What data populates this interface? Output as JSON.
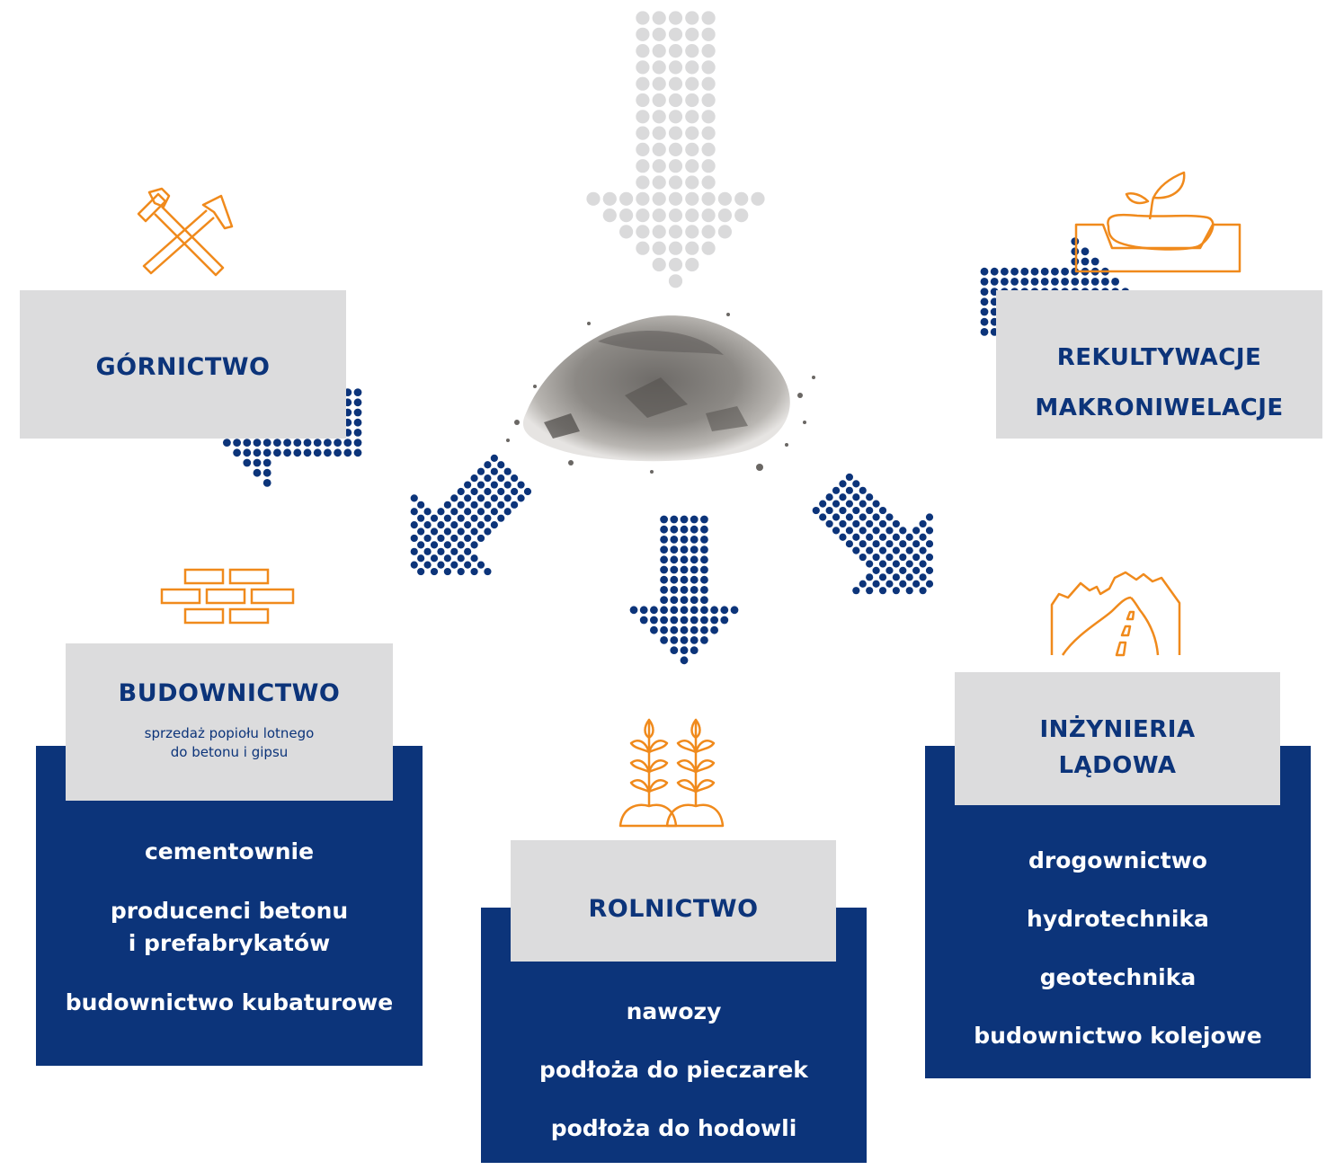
{
  "colors": {
    "navy": "#0c347a",
    "grey_box": "#dcdcdd",
    "icon_orange": "#f08a1c",
    "dots_grey": "#dadadb",
    "dots_blue": "#0c347a"
  },
  "center": {
    "image": "fly-ash-pile"
  },
  "sectors": {
    "gornictwo": {
      "title": "GÓRNICTWO",
      "icon": "hammer-pick-icon"
    },
    "rekultywacje": {
      "title_lines": [
        "REKULTYWACJE",
        "MAKRONIWELACJE"
      ],
      "icon": "sprout-in-ground-icon"
    },
    "budownictwo": {
      "title": "BUDOWNICTWO",
      "subtitle_lines": [
        "sprzedaż popiołu lotnego",
        "do betonu i gipsu"
      ],
      "icon": "brick-wall-icon",
      "items": [
        "cementownie",
        "producenci betonu",
        "i prefabrykatów",
        "budownictwo kubaturowe"
      ]
    },
    "rolnictwo": {
      "title": "ROLNICTWO",
      "icon": "wheat-icon",
      "items": [
        "nawozy",
        "podłoża do pieczarek",
        "podłoża do hodowli"
      ]
    },
    "inzynieria": {
      "title_lines": [
        "INŻYNIERIA",
        "LĄDOWA"
      ],
      "icon": "mountain-road-icon",
      "items": [
        "drogownictwo",
        "hydrotechnika",
        "geotechnika",
        "budownictwo kolejowe"
      ]
    }
  }
}
